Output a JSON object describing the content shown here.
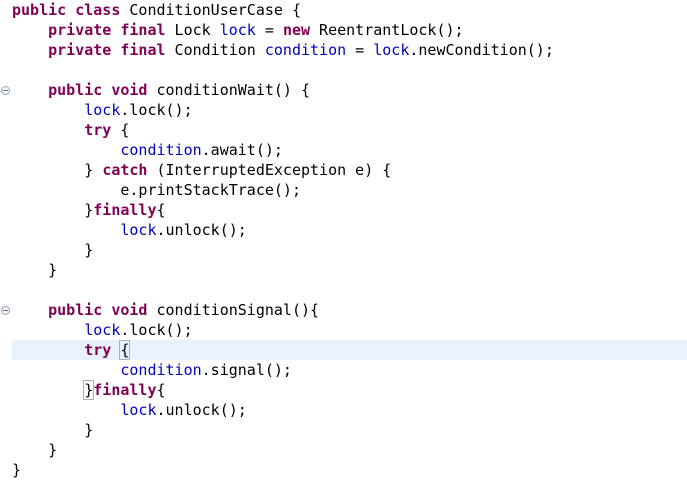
{
  "editor": {
    "colors": {
      "keyword": "#7f0055",
      "field": "#0000c0",
      "text": "#000000",
      "current_line": "#e8f2fe"
    },
    "lines": [
      {
        "indent": "",
        "tokens": [
          [
            "kw",
            "public"
          ],
          [
            "txt",
            " "
          ],
          [
            "kw",
            "class"
          ],
          [
            "txt",
            " ConditionUserCase {"
          ]
        ]
      },
      {
        "indent": "    ",
        "tokens": [
          [
            "kw",
            "private"
          ],
          [
            "txt",
            " "
          ],
          [
            "kw",
            "final"
          ],
          [
            "txt",
            " Lock "
          ],
          [
            "fld",
            "lock"
          ],
          [
            "txt",
            " = "
          ],
          [
            "kw",
            "new"
          ],
          [
            "txt",
            " ReentrantLock();"
          ]
        ]
      },
      {
        "indent": "    ",
        "tokens": [
          [
            "kw",
            "private"
          ],
          [
            "txt",
            " "
          ],
          [
            "kw",
            "final"
          ],
          [
            "txt",
            " Condition "
          ],
          [
            "fld",
            "condition"
          ],
          [
            "txt",
            " = "
          ],
          [
            "fld",
            "lock"
          ],
          [
            "txt",
            ".newCondition();"
          ]
        ]
      },
      {
        "indent": "",
        "tokens": []
      },
      {
        "indent": "    ",
        "fold": true,
        "tokens": [
          [
            "kw",
            "public"
          ],
          [
            "txt",
            " "
          ],
          [
            "kw",
            "void"
          ],
          [
            "txt",
            " conditionWait() {"
          ]
        ]
      },
      {
        "indent": "        ",
        "tokens": [
          [
            "fld",
            "lock"
          ],
          [
            "txt",
            ".lock();"
          ]
        ]
      },
      {
        "indent": "        ",
        "tokens": [
          [
            "kw",
            "try"
          ],
          [
            "txt",
            " {"
          ]
        ]
      },
      {
        "indent": "            ",
        "tokens": [
          [
            "fld",
            "condition"
          ],
          [
            "txt",
            ".await();"
          ]
        ]
      },
      {
        "indent": "        ",
        "tokens": [
          [
            "txt",
            "} "
          ],
          [
            "kw",
            "catch"
          ],
          [
            "txt",
            " (InterruptedException e) {"
          ]
        ]
      },
      {
        "indent": "            ",
        "tokens": [
          [
            "txt",
            "e.printStackTrace();"
          ]
        ]
      },
      {
        "indent": "        ",
        "tokens": [
          [
            "txt",
            "}"
          ],
          [
            "kw",
            "finally"
          ],
          [
            "txt",
            "{"
          ]
        ]
      },
      {
        "indent": "            ",
        "tokens": [
          [
            "fld",
            "lock"
          ],
          [
            "txt",
            ".unlock();"
          ]
        ]
      },
      {
        "indent": "        ",
        "tokens": [
          [
            "txt",
            "}"
          ]
        ]
      },
      {
        "indent": "    ",
        "tokens": [
          [
            "txt",
            "}"
          ]
        ]
      },
      {
        "indent": "",
        "tokens": []
      },
      {
        "indent": "    ",
        "fold": true,
        "tokens": [
          [
            "kw",
            "public"
          ],
          [
            "txt",
            " "
          ],
          [
            "kw",
            "void"
          ],
          [
            "txt",
            " conditionSignal(){"
          ]
        ]
      },
      {
        "indent": "        ",
        "tokens": [
          [
            "fld",
            "lock"
          ],
          [
            "txt",
            ".lock();"
          ]
        ]
      },
      {
        "indent": "        ",
        "current": true,
        "tokens": [
          [
            "kw",
            "try"
          ],
          [
            "txt",
            " "
          ],
          [
            "bracket",
            "{"
          ],
          [
            "caret",
            ""
          ]
        ]
      },
      {
        "indent": "            ",
        "tokens": [
          [
            "fld",
            "condition"
          ],
          [
            "txt",
            ".signal();"
          ]
        ]
      },
      {
        "indent": "        ",
        "tokens": [
          [
            "bracket",
            "}"
          ],
          [
            "kw",
            "finally"
          ],
          [
            "txt",
            "{"
          ]
        ]
      },
      {
        "indent": "            ",
        "tokens": [
          [
            "fld",
            "lock"
          ],
          [
            "txt",
            ".unlock();"
          ]
        ]
      },
      {
        "indent": "        ",
        "tokens": [
          [
            "txt",
            "}"
          ]
        ]
      },
      {
        "indent": "    ",
        "tokens": [
          [
            "txt",
            "}"
          ]
        ]
      },
      {
        "indent": "",
        "tokens": [
          [
            "txt",
            "}"
          ]
        ]
      }
    ]
  }
}
